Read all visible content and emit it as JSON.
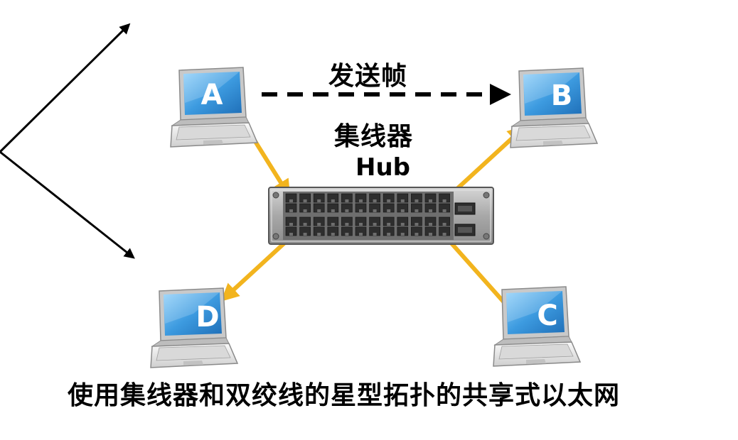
{
  "labels": {
    "send_frame": "发送帧",
    "hub_cn": "集线器",
    "hub_en": "Hub",
    "caption": "使用集线器和双绞线的星型拓扑的共享式以太网"
  },
  "nodes": [
    {
      "id": "A",
      "letter": "A"
    },
    {
      "id": "B",
      "letter": "B"
    },
    {
      "id": "C",
      "letter": "C"
    },
    {
      "id": "D",
      "letter": "D"
    }
  ],
  "colors": {
    "link": "#F2B41E",
    "screen": "#3D9BE0",
    "laptop_body": "#E9E9E9",
    "hub_body": "#B8B8B8",
    "port": "#2E2E2E",
    "arrow": "#000000"
  }
}
